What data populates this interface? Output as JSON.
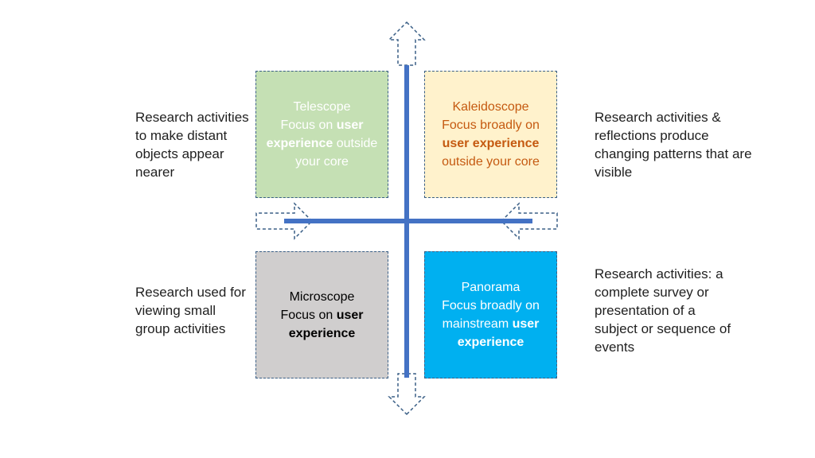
{
  "quadrants": {
    "telescope": {
      "title": "Telescope",
      "pre": "Focus on ",
      "bold": "user experience",
      "post": " outside your core"
    },
    "kaleidoscope": {
      "title": "Kaleidoscope",
      "pre": "Focus broadly on ",
      "bold": "user experience",
      "post": " outside your core"
    },
    "microscope": {
      "title": "Microscope",
      "pre": "Focus on ",
      "bold": "user experience",
      "post": ""
    },
    "panorama": {
      "title": "Panorama",
      "pre": "Focus broadly on mainstream ",
      "bold": "user experience",
      "post": ""
    }
  },
  "descriptions": {
    "telescope": "Research activities to make distant objects appear nearer",
    "kaleidoscope": "Research activities & reflections produce changing patterns that are visible",
    "microscope": "Research used for viewing small group activities",
    "panorama": "Research activities: a complete survey or presentation of a subject or sequence of events"
  },
  "colors": {
    "axis": "#4472c4",
    "arrow_outline": "#3a5f86",
    "telescope_fill": "#c5e0b4",
    "kaleidoscope_fill": "#fff2cc",
    "microscope_fill": "#d0cece",
    "panorama_fill": "#00b0f0"
  }
}
